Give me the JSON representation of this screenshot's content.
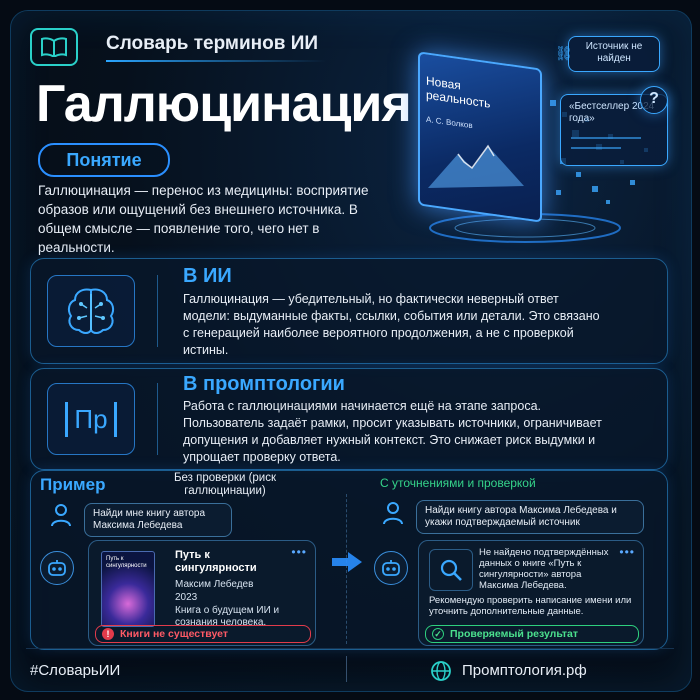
{
  "header": {
    "dictionary_title": "Словарь терминов ИИ",
    "term": "Галлюцинация",
    "section_label": "Понятие",
    "definition": "Галлюцинация — перенос из медицины: восприятие образов или ощущений без внешнего источника. В общем смысле — появление того, чего нет в реальности."
  },
  "illustration": {
    "book_title": "Новая реальность",
    "book_author": "А. С. Волков",
    "tag_source": "Источник не найден",
    "tag_bestseller": "«Бестселлер 2024 года»",
    "tag_question": "?"
  },
  "cards": [
    {
      "title": "В ИИ",
      "icon": "brain-circuit-icon",
      "body": "Галлюцинация — убедительный, но фактически неверный ответ модели: выдуманные факты, ссылки, события или детали. Это связано с генерацией наиболее вероятного продолжения, а не с проверкой истины."
    },
    {
      "title": "В промптологии",
      "icon_text": "Пр",
      "body": "Работа с галлюцинациями начинается ещё на этапе запроса. Пользователь задаёт рамки, просит указывать источники, ограничивает допущения и добавляет нужный контекст. Это снижает риск выдумки и упрощает проверку ответа."
    }
  ],
  "example": {
    "title": "Пример",
    "left_heading": "Без проверки (риск галлюцинации)",
    "right_heading": "С уточнениями и проверкой",
    "left_prompt": "Найди мне книгу автора Максима Лебедева",
    "right_prompt": "Найди книгу автора Максима Лебедева и укажи подтверждаемый источник",
    "left_result": {
      "cover_title": "Путь к сингулярности",
      "title": "Путь к сингулярности",
      "author": "Максим Лебедев",
      "year": "2023",
      "desc": "Книга о будущем ИИ и сознания человека.",
      "badge": "Книги не существует"
    },
    "right_result": {
      "text": "Не найдено подтверждённых данных о книге «Путь к сингулярности» автора Максима Лебедева.",
      "advice": "Рекомендую проверить написание имени или уточнить дополнительные данные.",
      "badge": "Проверяемый результат"
    },
    "menu_dots": "•••"
  },
  "footer": {
    "hashtag": "#СловарьИИ",
    "site": "Промптология.рф"
  },
  "colors": {
    "accent": "#3aa8ff",
    "teal": "#2ad0c9",
    "danger": "#e23b4b",
    "success": "#2ecf7e",
    "background": "#050b14"
  }
}
